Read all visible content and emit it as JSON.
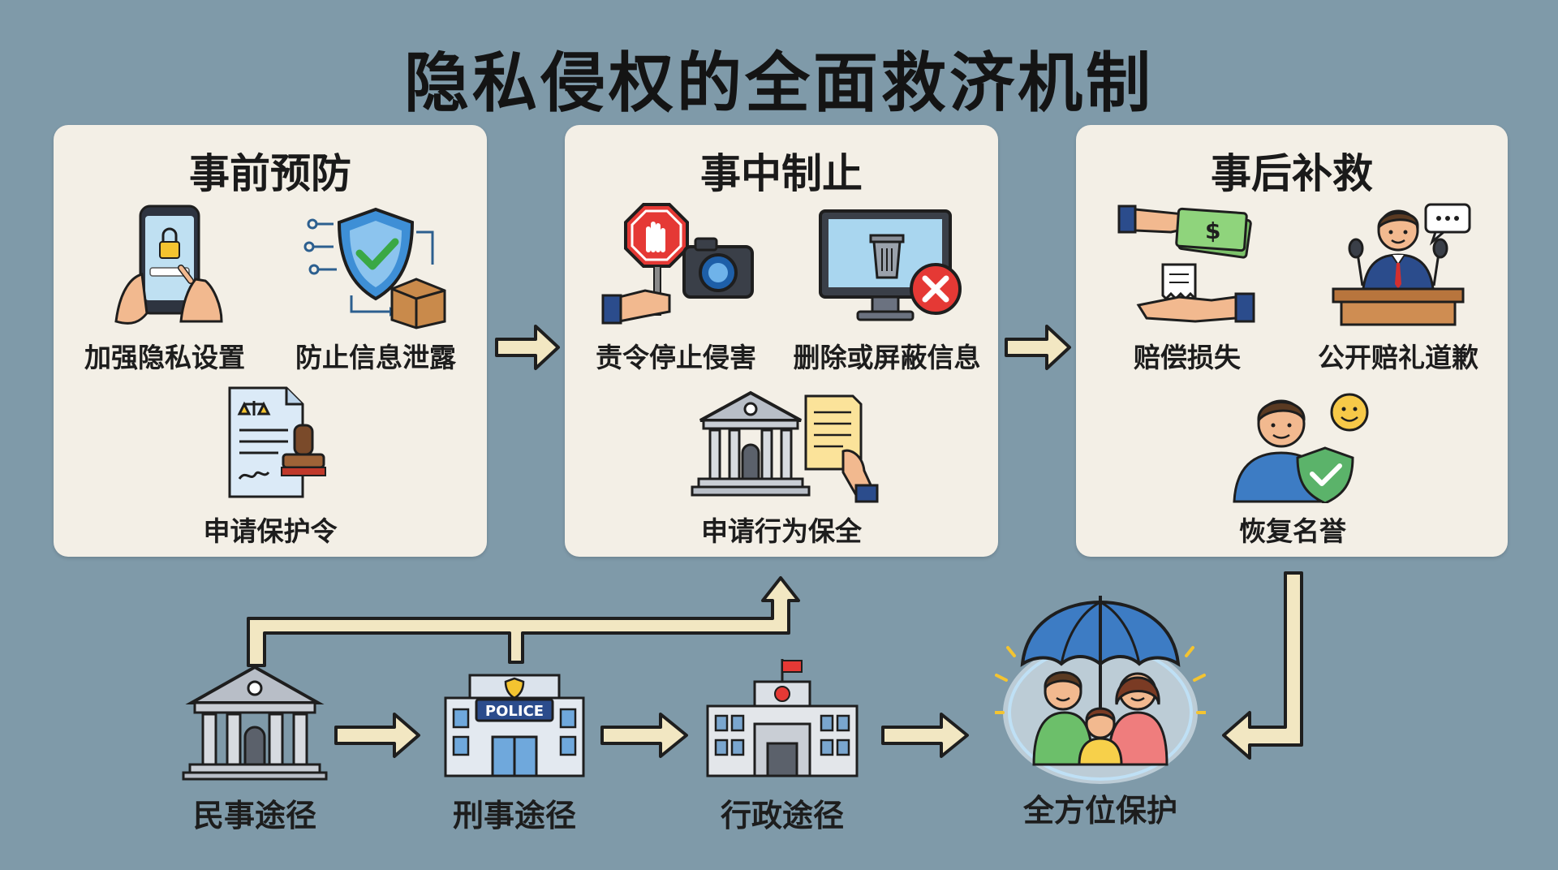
{
  "title": "隐私侵权的全面救济机制",
  "panels": [
    {
      "title": "事前预防",
      "items": [
        "加强隐私设置",
        "防止信息泄露",
        "申请保护令"
      ]
    },
    {
      "title": "事中制止",
      "items": [
        "责令停止侵害",
        "删除或屏蔽信息",
        "申请行为保全"
      ]
    },
    {
      "title": "事后补救",
      "items": [
        "赔偿损失",
        "公开赔礼道歉",
        "恢复名誉"
      ]
    }
  ],
  "routes": [
    "民事途径",
    "刑事途径",
    "行政途径",
    "全方位保护"
  ],
  "police_sign": "POLICE",
  "icons": {
    "p0": [
      "phone-lock-icon",
      "shield-check-icon",
      "protection-order-document-icon"
    ],
    "p1": [
      "stop-hand-camera-icon",
      "monitor-delete-icon",
      "court-document-icon"
    ],
    "p2": [
      "money-handover-icon",
      "apology-speaker-icon",
      "restored-person-shield-icon"
    ],
    "routes": [
      "court-building-icon",
      "police-station-icon",
      "government-building-icon",
      "family-umbrella-icon"
    ]
  },
  "colors": {
    "background": "#7f9aa9",
    "panel": "#f3efe6",
    "arrow_fill": "#f2e7c2",
    "arrow_stroke": "#1e1e1e",
    "umbrella": "#3d7cc4"
  }
}
